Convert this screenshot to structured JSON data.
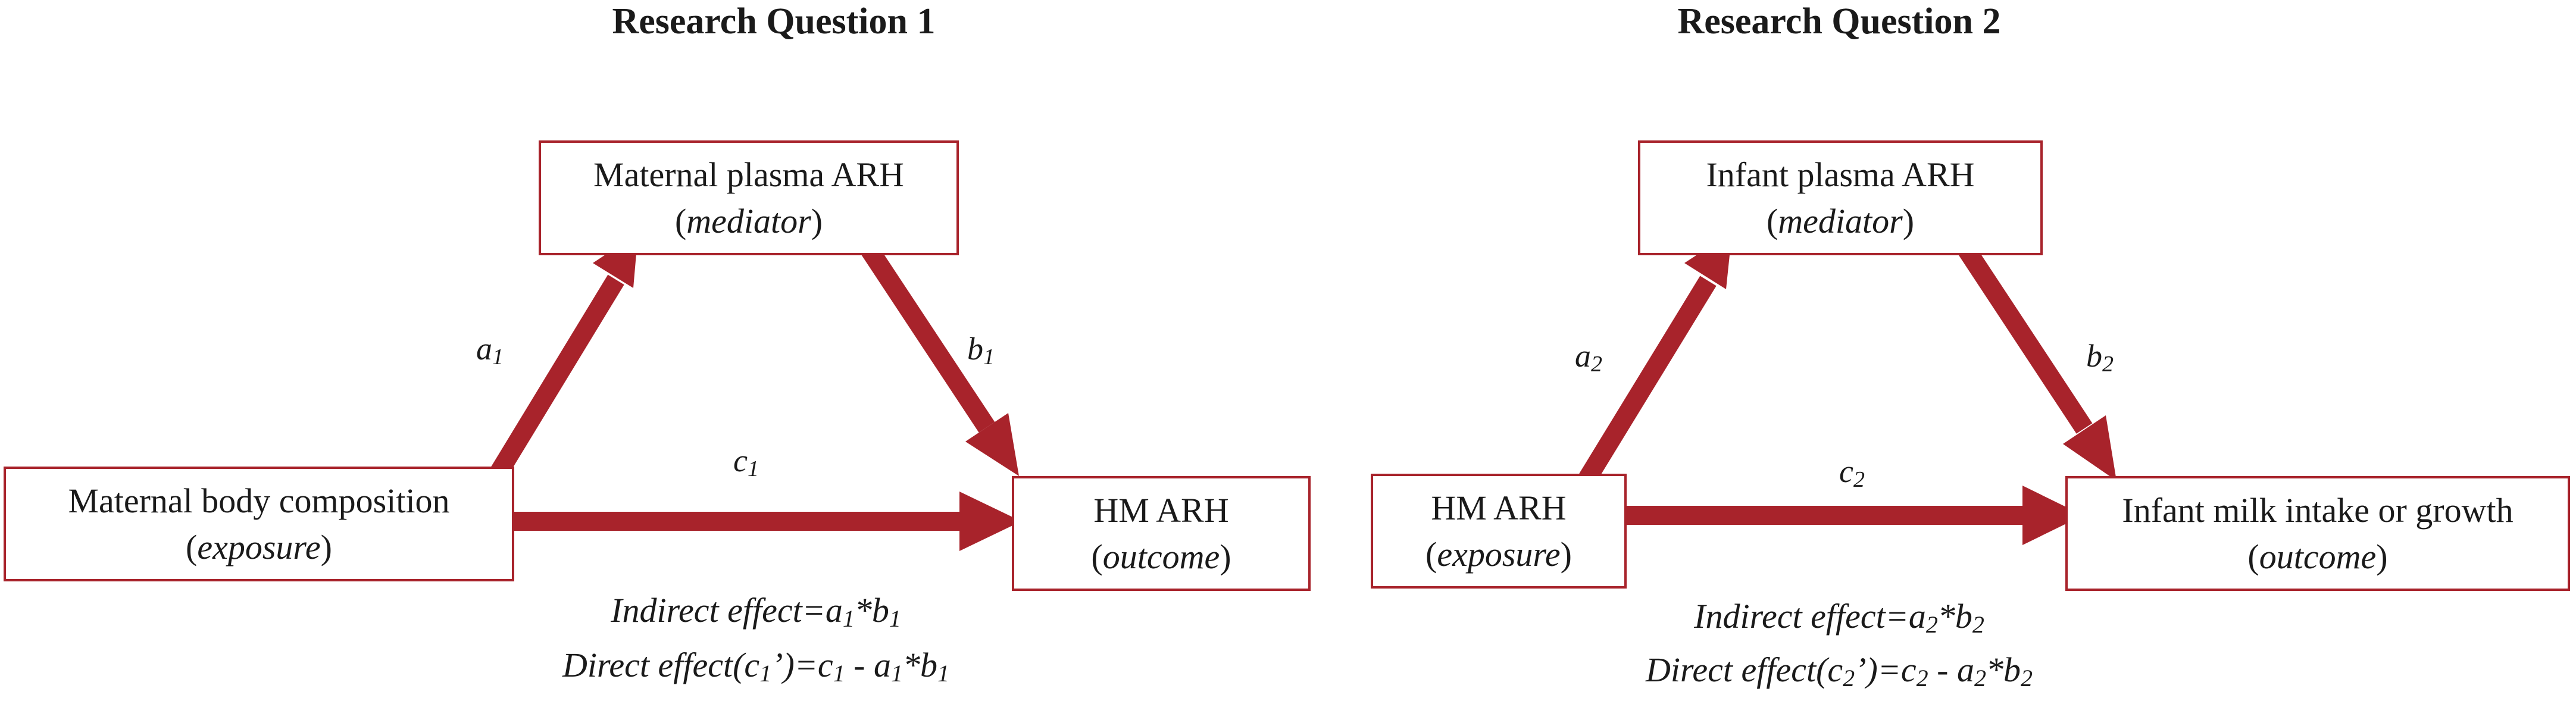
{
  "diagrams": [
    {
      "title": "Research Question 1",
      "mediator": {
        "name": "Maternal plasma ARH",
        "role": "mediator"
      },
      "exposure": {
        "name": "Maternal body composition",
        "role": "exposure"
      },
      "outcome": {
        "name": "HM ARH",
        "role": "outcome"
      },
      "paths": {
        "a": {
          "letter": "a",
          "index": "1"
        },
        "b": {
          "letter": "b",
          "index": "1"
        },
        "c": {
          "letter": "c",
          "index": "1"
        }
      },
      "indirect": {
        "prefix": "Indirect effect=",
        "a": "a",
        "ai": "1",
        "op": "*",
        "b": "b",
        "bi": "1"
      },
      "direct": {
        "prefix": "Direct effect(",
        "c": "c",
        "ci": "1",
        "mid": "’)=",
        "c2": "c",
        "c2i": "1",
        "minus": " - ",
        "a": "a",
        "ai": "1",
        "op": "*",
        "b": "b",
        "bi": "1"
      }
    },
    {
      "title": "Research Question 2",
      "mediator": {
        "name": "Infant plasma ARH",
        "role": "mediator"
      },
      "exposure": {
        "name": "HM ARH",
        "role": "exposure"
      },
      "outcome": {
        "name": "Infant milk intake or growth",
        "role": "outcome"
      },
      "paths": {
        "a": {
          "letter": "a",
          "index": "2"
        },
        "b": {
          "letter": "b",
          "index": "2"
        },
        "c": {
          "letter": "c",
          "index": "2"
        }
      },
      "indirect": {
        "prefix": "Indirect effect=",
        "a": "a",
        "ai": "2",
        "op": "*",
        "b": "b",
        "bi": "2"
      },
      "direct": {
        "prefix": "Direct effect(",
        "c": "c",
        "ci": "2",
        "mid": "’)=",
        "c2": "c",
        "c2i": "2",
        "minus": " - ",
        "a": "a",
        "ai": "2",
        "op": "*",
        "b": "b",
        "bi": "2"
      }
    }
  ],
  "paren_open": "(",
  "paren_close": ")",
  "colors": {
    "arrow": "#a8232b",
    "box_border": "#a8232b",
    "text": "#1a1a1a"
  }
}
